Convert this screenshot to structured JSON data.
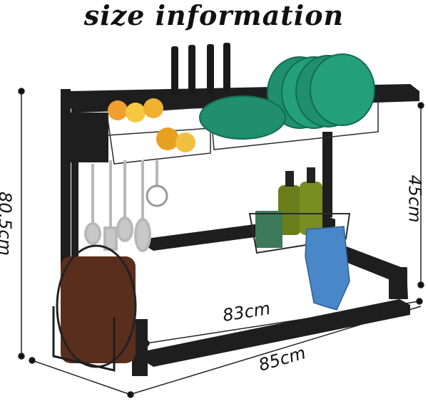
{
  "title": "size information",
  "dimensions": {
    "height_total": "80.5cm",
    "height_clearance": "45cm",
    "inner_width": "83cm",
    "outer_width": "85cm"
  },
  "colors": {
    "frame": "#1e1e1e",
    "plates": "#1f8f6e",
    "bottles": "#6b7d1a",
    "towel": "#4a87c8",
    "cutting_board": "#5a2e1c",
    "utensils": "#b8b8b8",
    "dim_lines": "#222222"
  }
}
